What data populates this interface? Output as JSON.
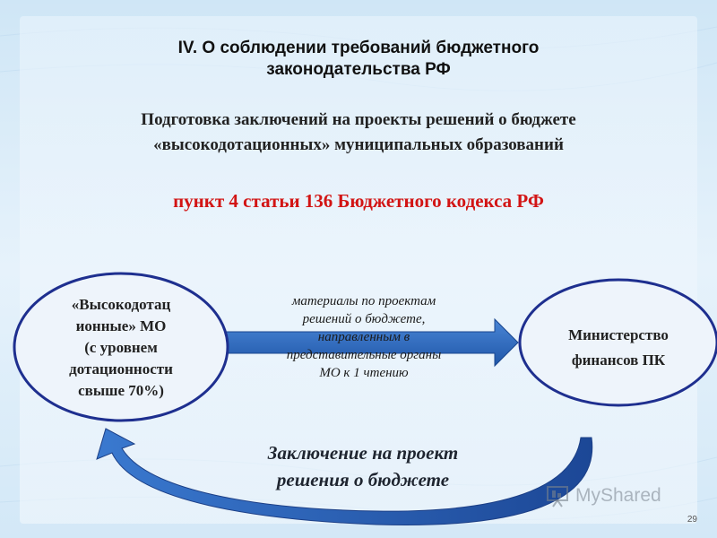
{
  "slide": {
    "title_line1": "IV. О соблюдении требований бюджетного",
    "title_line2": "законодательства РФ",
    "subtitle_line1": "Подготовка заключений на проекты решений о бюджете",
    "subtitle_line2": "«высокодотационных» муниципальных образований",
    "legal_reference": "пункт 4 статьи 136 Бюджетного кодекса РФ",
    "page_number": "29"
  },
  "left_node": {
    "lines": [
      "«Высокодотац",
      "ионные» МО",
      "(с уровнем",
      "дотационности",
      "свыше 70%)"
    ]
  },
  "right_node": {
    "lines": [
      "Министерство",
      "финансов ПК"
    ]
  },
  "forward_arrow": {
    "lines": [
      "материалы по проектам",
      "решений о бюджете,",
      "направленным в",
      "представительные органы",
      "МО к 1 чтению"
    ]
  },
  "return_arrow": {
    "lines": [
      "Заключение на проект",
      "решения о бюджете"
    ]
  },
  "watermark": {
    "brand": "MyShared"
  },
  "colors": {
    "background": "#dfeefa",
    "node_fill": "#eef4fb",
    "node_border": "#1e2f8f",
    "arrow_blue": "#2d63b8",
    "arrow_dark": "#1e4a9c",
    "legal_red": "#d21414"
  }
}
